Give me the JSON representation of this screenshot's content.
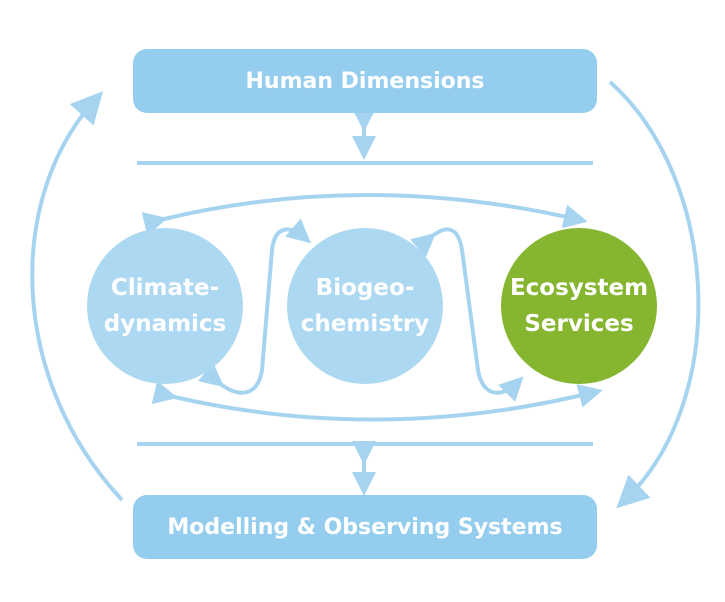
{
  "colors": {
    "box": "#94cdee",
    "circle_blue": "#acd8f1",
    "circle_green": "#86b530",
    "arrow": "#a6d4f0",
    "text": "#ffffff"
  },
  "top_box": {
    "label": "Human Dimensions"
  },
  "bottom_box": {
    "label": "Modelling & Observing Systems"
  },
  "circles": [
    {
      "line1": "Climate-",
      "line2": "dynamics"
    },
    {
      "line1": "Biogeo-",
      "line2": "chemistry"
    },
    {
      "line1": "Ecosystem",
      "line2": "Services"
    }
  ]
}
